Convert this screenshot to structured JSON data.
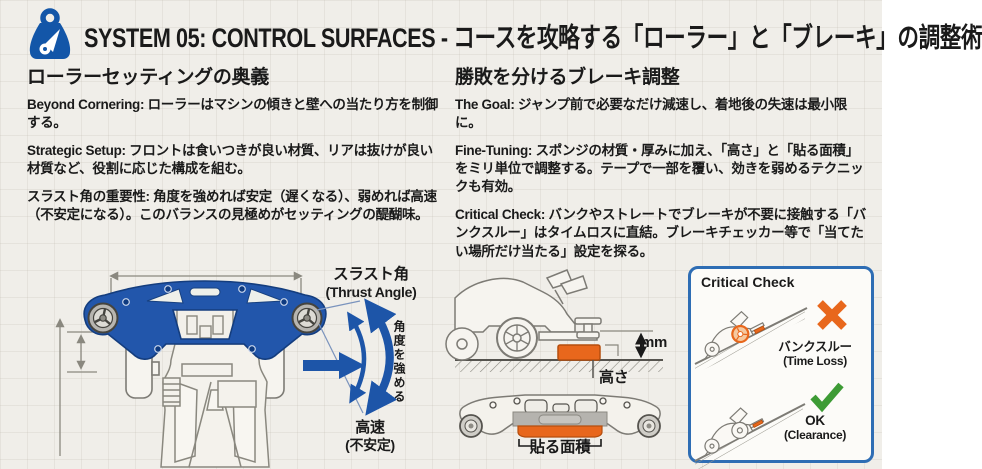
{
  "header": {
    "title": "SYSTEM 05: CONTROL SURFACES - コースを攻略する「ローラー」と「ブレーキ」の調整術",
    "icon": "weight-gauge-icon"
  },
  "roller_section": {
    "heading": "ローラーセッティングの奥義",
    "para1": "Beyond Cornering: ローラーはマシンの傾きと壁への当たり方を制御する。",
    "para2": "Strategic Setup: フロントは食いつきが良い材質、リアは抜けが良い材質など、役割に応じた構成を組む。",
    "para3": "スラスト角の重要性: 角度を強めれば安定（遅くなる）、弱めれば高速（不安定になる）。このバランスの見極めがセッティングの醍醐味。",
    "diagram": {
      "thrust_label_jp": "スラスト角",
      "thrust_label_en": "(Thrust Angle)",
      "strengthen_label": "角度を強める",
      "fast_label": "高速",
      "unstable_label": "(不安定)"
    }
  },
  "brake_section": {
    "heading": "勝敗を分けるブレーキ調整",
    "para1": "The Goal: ジャンプ前で必要なだけ減速し、着地後の失速は最小限に。",
    "para2": "Fine-Tuning: スポンジの材質・厚みに加え、「高さ」と「貼る面積」をミリ単位で調整する。テープで一部を覆い、効きを弱めるテクニックも有効。",
    "para3": "Critical Check: バンクやストレートでブレーキが不要に接触する「バンクスルー」はタイムロスに直結。ブレーキチェッカー等で「当てたい場所だけ当たる」設定を探る。",
    "height_diagram": {
      "mm_label": "mm",
      "height_label": "高さ"
    },
    "area_diagram": {
      "area_label": "貼る面積"
    },
    "critical_check": {
      "title": "Critical Check",
      "fail_label_jp": "バンクスルー",
      "fail_label_en": "(Time Loss)",
      "ok_label": "OK",
      "ok_label_en": "(Clearance)"
    }
  },
  "colors": {
    "accent_blue": "#1d55a8",
    "box_border_blue": "#2e6db4",
    "brake_orange": "#e8671c",
    "ok_green": "#3d9b35",
    "ink": "#1a1a1a",
    "background": "#f0eee9"
  }
}
